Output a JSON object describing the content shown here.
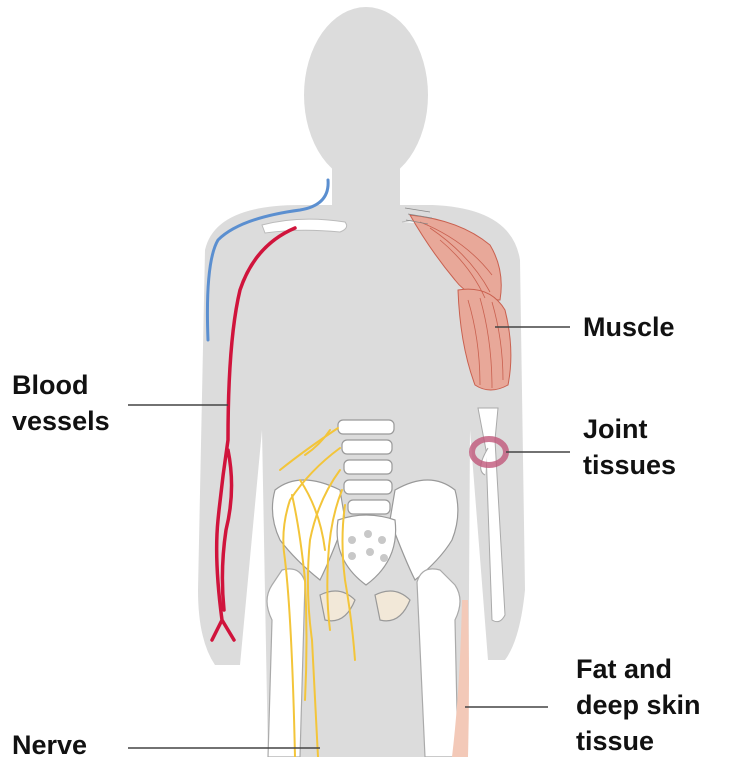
{
  "labels": {
    "muscle": [
      "Muscle"
    ],
    "blood_vessels": [
      "Blood",
      "vessels"
    ],
    "joint_tissues": [
      "Joint",
      "tissues"
    ],
    "fat_skin": [
      "Fat and",
      "deep skin",
      "tissue"
    ],
    "nerve": [
      "Nerve"
    ]
  },
  "colors": {
    "body_silhouette": "#dcdcdc",
    "bone": "#ffffff",
    "bone_outline": "#aaaaaa",
    "vein": "#5b8fd0",
    "artery": "#d0143c",
    "muscle": "#e8a899",
    "muscle_fiber": "#c9604f",
    "joint": "#c0587a",
    "nerve": "#f3c53a",
    "fat": "#f3c9b8",
    "leader_line": "#444444",
    "text": "#111111"
  }
}
